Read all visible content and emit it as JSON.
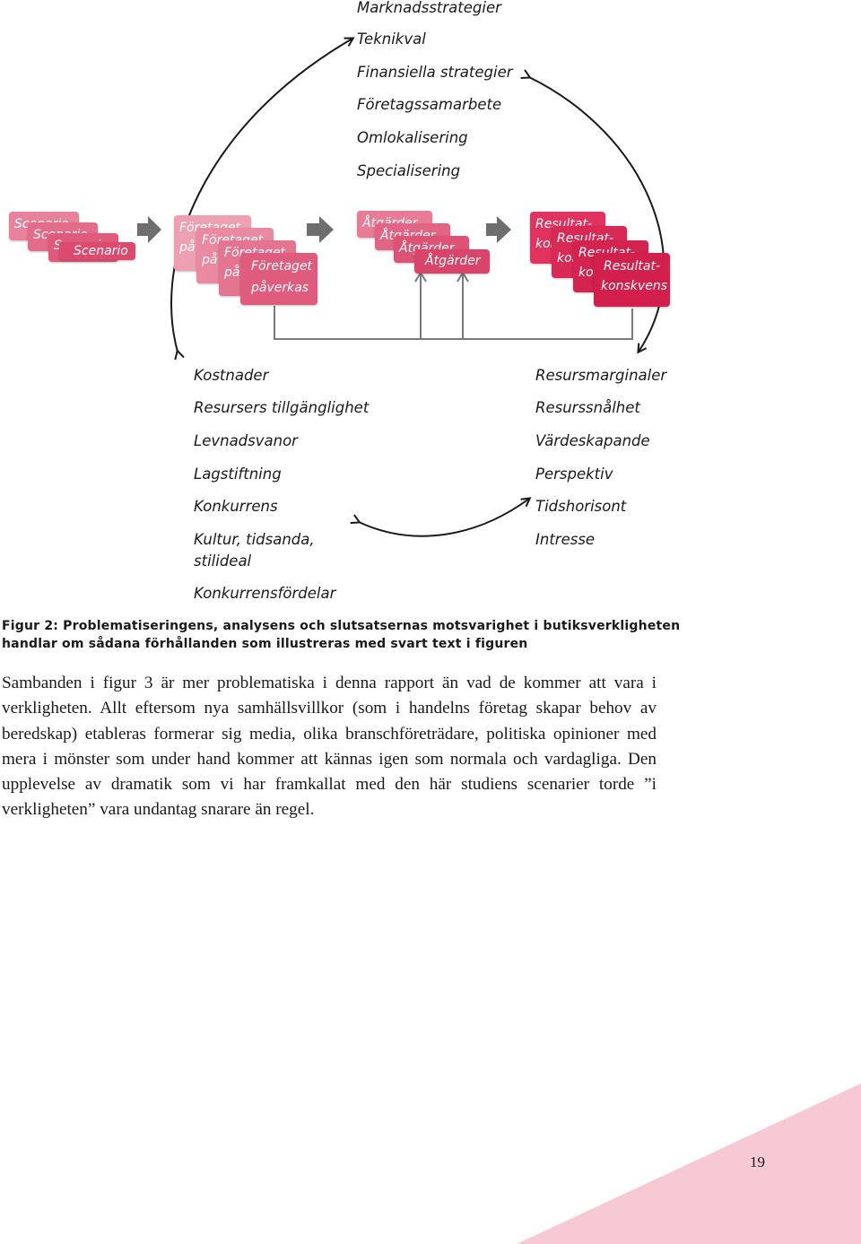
{
  "figure": {
    "top_list": [
      "Marknadsstrategier",
      "Teknikval",
      "Finansiella strategier",
      "Företagssamarbete",
      "Omlokalisering",
      "Specialisering"
    ],
    "cards": {
      "scenario": "Scenario",
      "foretaget_line1": "Företaget",
      "foretaget_line2": "påverkas",
      "atgarder": "Åtgärder",
      "resultat_line1": "Resultat-",
      "resultat_line2": "konskvens"
    },
    "left_list": [
      "Kostnader",
      "Resursers tillgänglighet",
      "Levnadsvanor",
      "Lagstiftning",
      "Konkurrens",
      "Kultur, tidsanda,",
      "stilideal",
      "Konkurrensfördelar"
    ],
    "right_list": [
      "Resursmarginaler",
      "Resurssnålhet",
      "Värdeskapande",
      "Perspektiv",
      "Tidshorisont",
      "Intresse"
    ]
  },
  "caption": "Figur 2: Problematiseringens, analysens och slutsatsernas motsvarighet i butiksverkligheten handlar om sådana förhållanden som illustreras med svart text i figuren",
  "body_text": "Sambanden i figur 3 är mer problematiska i denna rapport än vad de kommer att vara i verkligheten. Allt eftersom nya samhällsvillkor (som i handelns företag skapar behov av beredskap) etableras formerar sig media, olika branschföreträdare, politiska opinioner med mera i mönster som under hand kommer att kännas igen som normala och vardagliga. Den upplevelse av dramatik som vi har framkallat med den här studiens scenarier torde ”i verkligheten” vara undantag snarare än regel.",
  "page_number": "19",
  "colors": {
    "accent_pink": "#f7c9d4",
    "card_red": "#d21f4c",
    "card_pink": "#e06a87",
    "arrow_gray": "#6e6e6e"
  }
}
